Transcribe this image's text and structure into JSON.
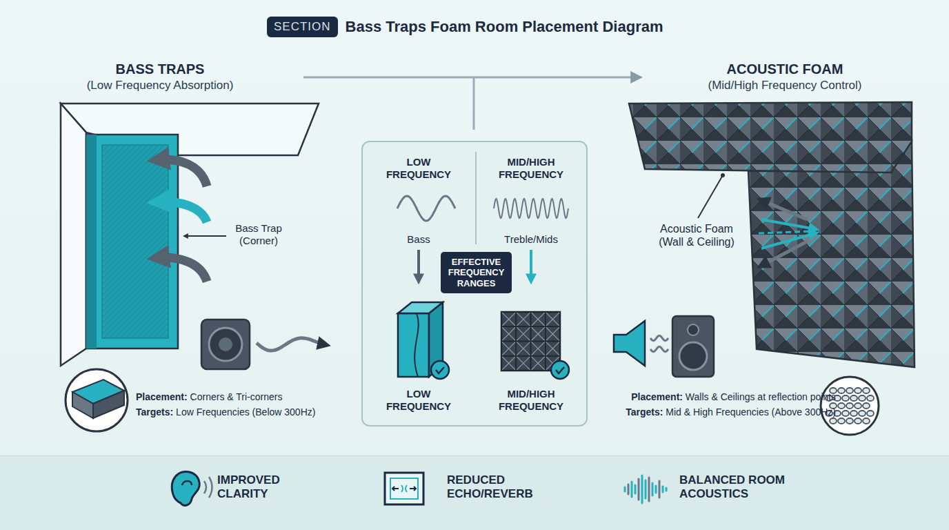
{
  "diagram": {
    "title": "Bass Traps Foam Room Placement Diagram",
    "nodes": [
      {
        "text": [
          "SECTION"
        ]
      },
      {
        "text": [
          "LOW FREQUENCY",
          "MID/HIGH FREQUENCY",
          "Bass",
          "Treble/Mids",
          "LOW FREQUENCY",
          "MID/HIGH FREQUENCY"
        ]
      },
      {
        "text": [
          "EFFECTIVE FREQUENCY RANGES"
        ],
        "in": 1
      },
      {
        "text": [
          "IMPROVED CLARITY",
          "REDUCED ECHO/REVERB",
          "BALANCED ROOM ACOUSTICS"
        ]
      }
    ],
    "labels": [
      "BASS TRAPS",
      "(Low Frequency Absorption)",
      "ACOUSTIC FOAM",
      "(Mid/High Frequency Control)",
      "Bass Trap (Corner)",
      "Placement: Corners & Tri-corners",
      "Targets: Low Frequencies (Below 300Hz)",
      "Acoustic Foam (Wall & Ceiling)",
      "Placement: Walls & Ceilings at reflection points",
      "Targets: Mid & High Frequencies (Above 300Hz)"
    ]
  }
}
